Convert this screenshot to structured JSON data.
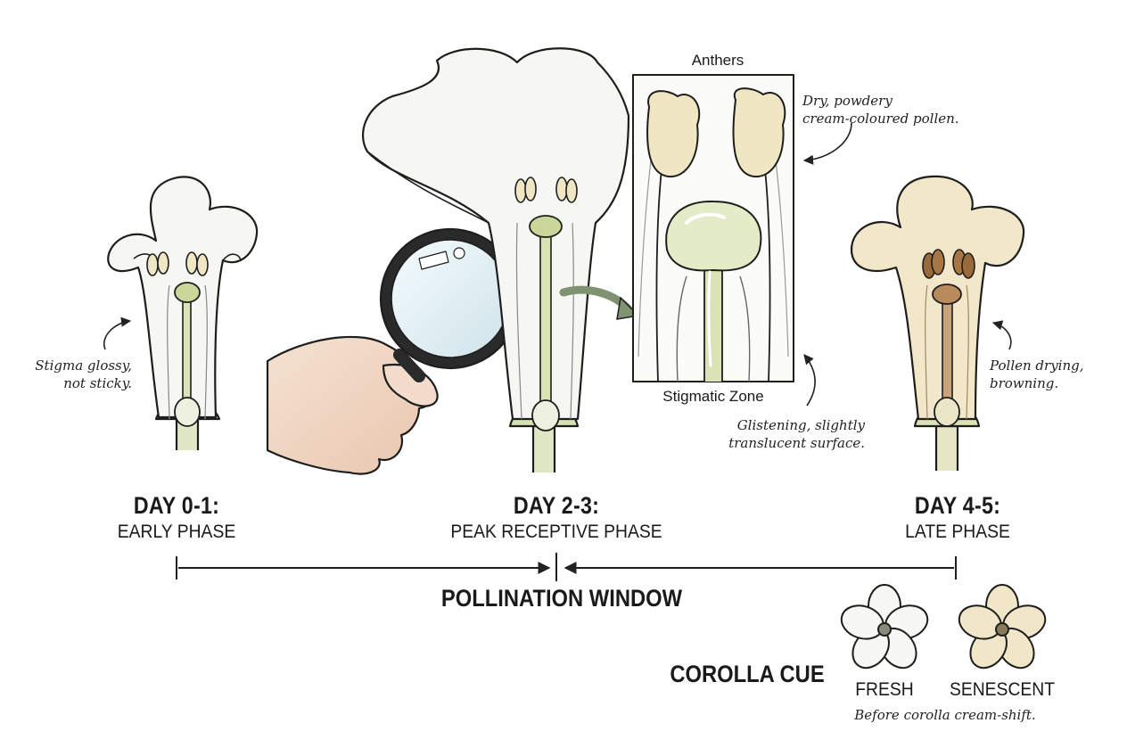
{
  "stages": [
    {
      "day": "DAY 0-1:",
      "phase": "EARLY PHASE",
      "note_1": "Stigma glossy,",
      "note_2": "not sticky."
    },
    {
      "day": "DAY 2-3:",
      "phase": "PEAK RECEPTIVE PHASE"
    },
    {
      "day": "DAY 4-5:",
      "phase": "LATE PHASE",
      "note_1": "Pollen drying,",
      "note_2": "browning."
    }
  ],
  "inset": {
    "top_label": "Anthers",
    "bottom_label": "Stigmatic Zone",
    "anther_note_1": "Dry, powdery",
    "anther_note_2": "cream-coloured pollen.",
    "stigma_note_1": "Glistening, slightly",
    "stigma_note_2": "translucent surface."
  },
  "timeline": {
    "label": "POLLINATION WINDOW"
  },
  "corolla_cue": {
    "title": "COROLLA CUE",
    "fresh_label": "FRESH",
    "senescent_label": "SENESCENT",
    "note": "Before corolla cream-shift."
  },
  "colors": {
    "line": "#1e1e1e",
    "petal_fresh": "#f7f7f4",
    "petal_senescent": "#f1e6c8",
    "style_green": "#c9d79a",
    "pollen_cream": "#efe6c4",
    "pollen_brown": "#9a6a3a",
    "arrow_green": "#7f9271"
  }
}
